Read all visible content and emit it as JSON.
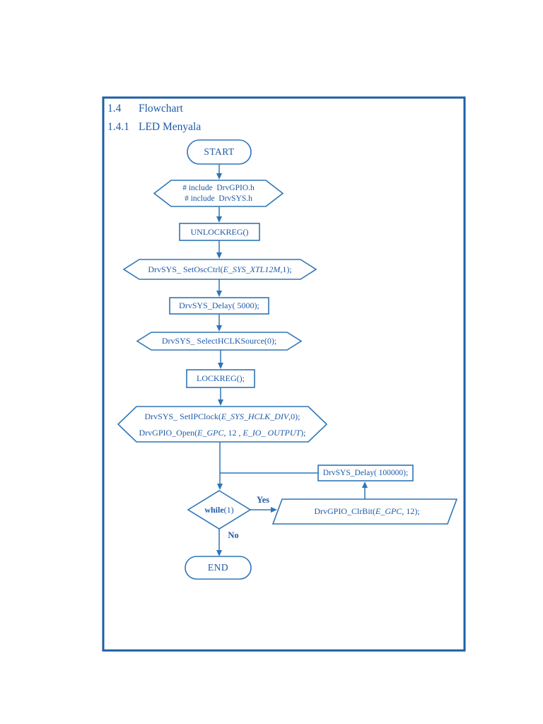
{
  "page": {
    "section_number": "1.4",
    "section_title": "Flowchart",
    "subsection_number": "1.4.1",
    "subsection_title": "LED Menyala"
  },
  "colors": {
    "shape_stroke": "#2e75b6",
    "text_blue": "#1e5aa8",
    "page_border": "#1d5fa5",
    "background": "#ffffff"
  },
  "flowchart": {
    "start_label": "START",
    "include_line1": "# include  DrvGPIO.h",
    "include_line2": "# include  DrvSYS.h",
    "unlockreg": "UNLOCKREG()",
    "set_osc_ctrl": [
      {
        "t": "DrvSYS_ SetOscCtrl("
      },
      {
        "t": "E_SYS_XTL12M",
        "i": true
      },
      {
        "t": ",1);"
      }
    ],
    "delay_5000": "DrvSYS_Delay( 5000);",
    "select_hclk_source": "DrvSYS_ SelectHCLKSource(0);",
    "lockreg": "LOCKREG();",
    "set_ip_clock": [
      {
        "t": "DrvSYS_ SetIPClock("
      },
      {
        "t": "E_SYS_HCLK_DIV",
        "i": true
      },
      {
        "t": ",0);"
      }
    ],
    "gpio_open": [
      {
        "t": "DrvGPIO_Open("
      },
      {
        "t": "E_GPC",
        "i": true
      },
      {
        "t": ", 12 , "
      },
      {
        "t": "E_IO_ OUTPUT",
        "i": true
      },
      {
        "t": ");"
      }
    ],
    "delay_100000": "DrvSYS_Delay( 100000);",
    "while_condition": [
      {
        "t": "while",
        "b": true
      },
      {
        "t": "(1)"
      }
    ],
    "yes_label": "Yes",
    "no_label": "No",
    "gpio_clr_bit": [
      {
        "t": "DrvGPIO_ClrBit("
      },
      {
        "t": "E_GPC",
        "i": true
      },
      {
        "t": ", 12);"
      }
    ],
    "end_label": "END"
  }
}
